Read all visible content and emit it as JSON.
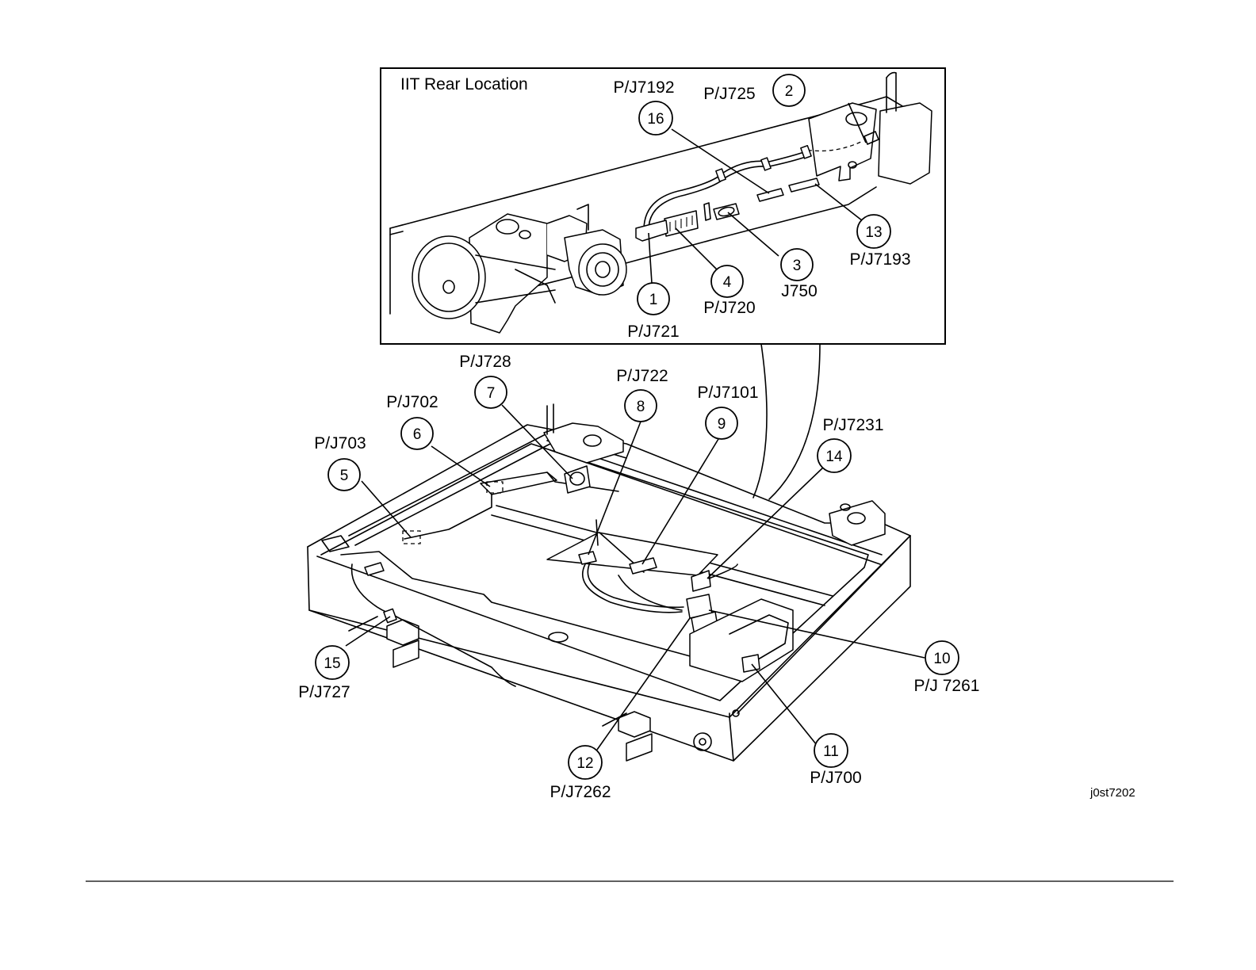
{
  "inset_title": "IIT Rear Location",
  "figure_id": "j0st7202",
  "callouts": [
    {
      "num": "1",
      "label": "P/J721"
    },
    {
      "num": "2",
      "label": "P/J725"
    },
    {
      "num": "3",
      "label": "J750"
    },
    {
      "num": "4",
      "label": "P/J720"
    },
    {
      "num": "5",
      "label": "P/J703"
    },
    {
      "num": "6",
      "label": "P/J702"
    },
    {
      "num": "7",
      "label": "P/J728"
    },
    {
      "num": "8",
      "label": "P/J722"
    },
    {
      "num": "9",
      "label": "P/J7101"
    },
    {
      "num": "10",
      "label": "P/J 7261"
    },
    {
      "num": "11",
      "label": "P/J700"
    },
    {
      "num": "12",
      "label": "P/J7262"
    },
    {
      "num": "13",
      "label": "P/J7193"
    },
    {
      "num": "14",
      "label": "P/J7231"
    },
    {
      "num": "15",
      "label": "P/J727"
    },
    {
      "num": "16",
      "label": "P/J7192"
    }
  ]
}
